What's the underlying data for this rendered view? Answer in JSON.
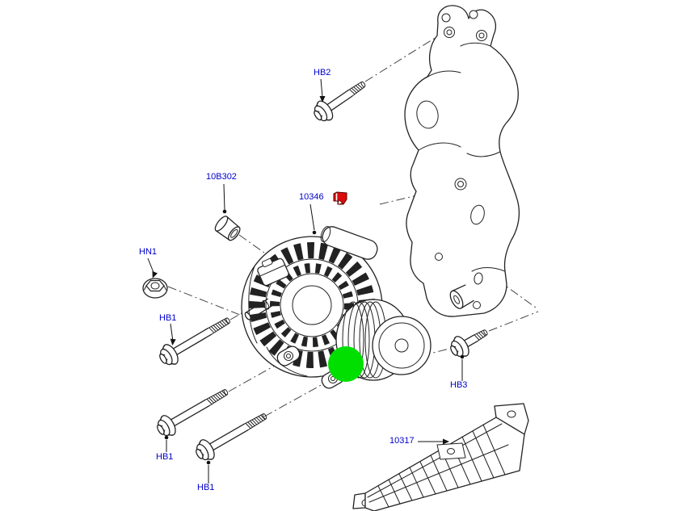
{
  "diagram": {
    "description": "Alternator and mounting bracket exploded parts diagram",
    "background": "#ffffff",
    "line_color": "#222222",
    "label_color": "#0000cc",
    "highlight": {
      "name": "click-indicator",
      "color": "#00df00"
    },
    "note_icon": {
      "name": "red-note-flag",
      "color": "#dd0c0c"
    }
  },
  "callouts": {
    "hb2": {
      "label": "HB2"
    },
    "b10302": {
      "label": "10B302"
    },
    "p10346": {
      "label": "10346"
    },
    "hn1": {
      "label": "HN1"
    },
    "hb1_upper": {
      "label": "HB1"
    },
    "hb1_lower_left": {
      "label": "HB1"
    },
    "hb1_lower_mid": {
      "label": "HB1"
    },
    "hb3": {
      "label": "HB3"
    },
    "p10317": {
      "label": "10317"
    }
  }
}
